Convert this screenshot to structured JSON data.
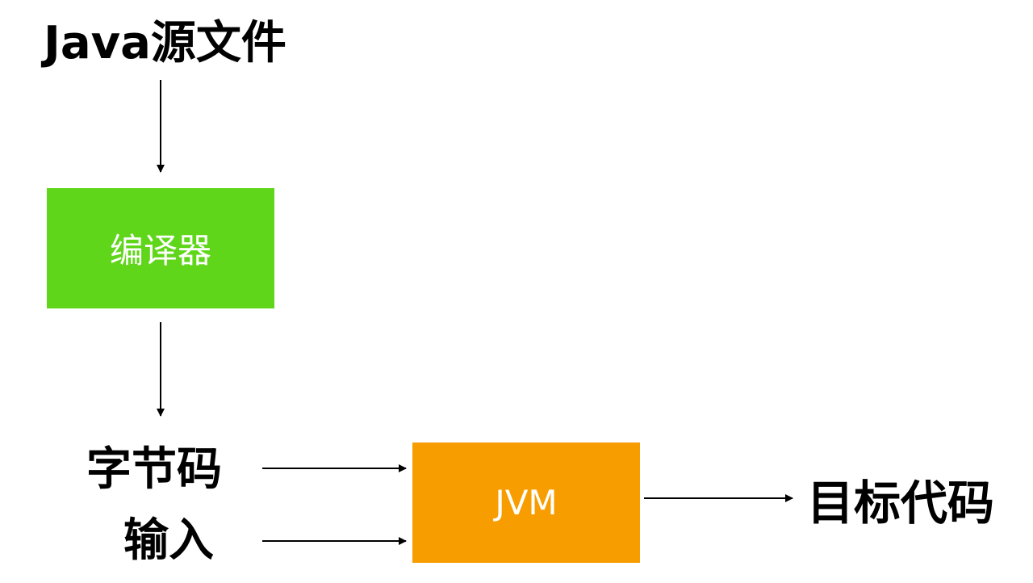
{
  "nodes": {
    "source": {
      "label": "Java源文件"
    },
    "compiler": {
      "label": "编译器",
      "color": "#5fd61a"
    },
    "bytecode": {
      "label": "字节码"
    },
    "input": {
      "label": "输入"
    },
    "jvm": {
      "label": "JVM",
      "color": "#f79d00"
    },
    "target": {
      "label": "目标代码"
    }
  }
}
